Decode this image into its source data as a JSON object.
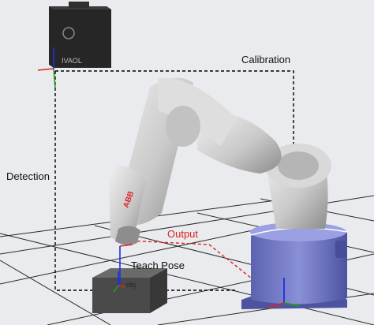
{
  "labels": {
    "calibration": "Calibration",
    "detection": "Detection",
    "output": "Output",
    "teach_pose": "Teach Pose",
    "obj": "obj",
    "robot_logo": "ABB",
    "camera_brand": "IVAOL"
  },
  "colors": {
    "background": "#e9ebee",
    "grid": "#2a2a2a",
    "robot_body": "#c9c9c9",
    "robot_base": "#7b80c8",
    "camera": "#1f1f1f",
    "box": "#4a4a4a",
    "calibration_path": "#000000",
    "output_path": "#e02020",
    "axis_x": "#e02020",
    "axis_y": "#18a018",
    "axis_z": "#2030e0"
  }
}
